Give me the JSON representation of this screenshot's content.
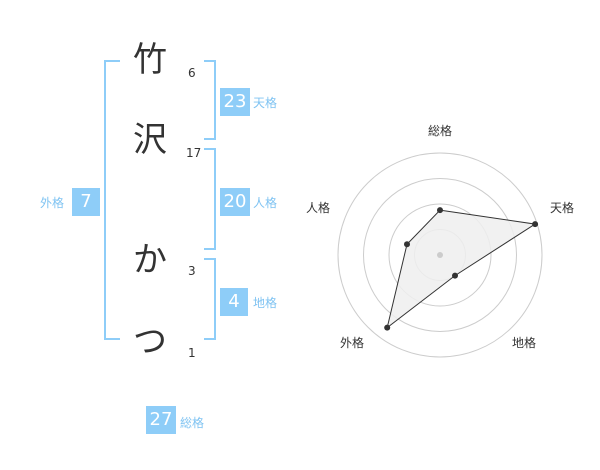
{
  "name_chars": [
    {
      "char": "竹",
      "strokes": "6"
    },
    {
      "char": "沢",
      "strokes": "17"
    },
    {
      "char": "か",
      "strokes": "3"
    },
    {
      "char": "つ",
      "strokes": "1"
    }
  ],
  "fortunes": {
    "tenkaku": {
      "value": "23",
      "label": "天格"
    },
    "jinkaku": {
      "value": "20",
      "label": "人格"
    },
    "chikaku": {
      "value": "4",
      "label": "地格"
    },
    "gaikaku": {
      "value": "7",
      "label": "外格"
    },
    "soukaku": {
      "value": "27",
      "label": "総格"
    }
  },
  "radar": {
    "axes": [
      "総格",
      "天格",
      "地格",
      "外格",
      "人格"
    ],
    "values": [
      0.44,
      0.98,
      0.25,
      0.88,
      0.34
    ],
    "max": 1,
    "rings": 4,
    "colors": {
      "ring": "#cccccc",
      "fill": "#efefef",
      "line": "#333333",
      "point": "#333333",
      "center": "#cccccc"
    }
  },
  "colors": {
    "accent": "#8ecdf8",
    "label": "#7fc3f2"
  }
}
